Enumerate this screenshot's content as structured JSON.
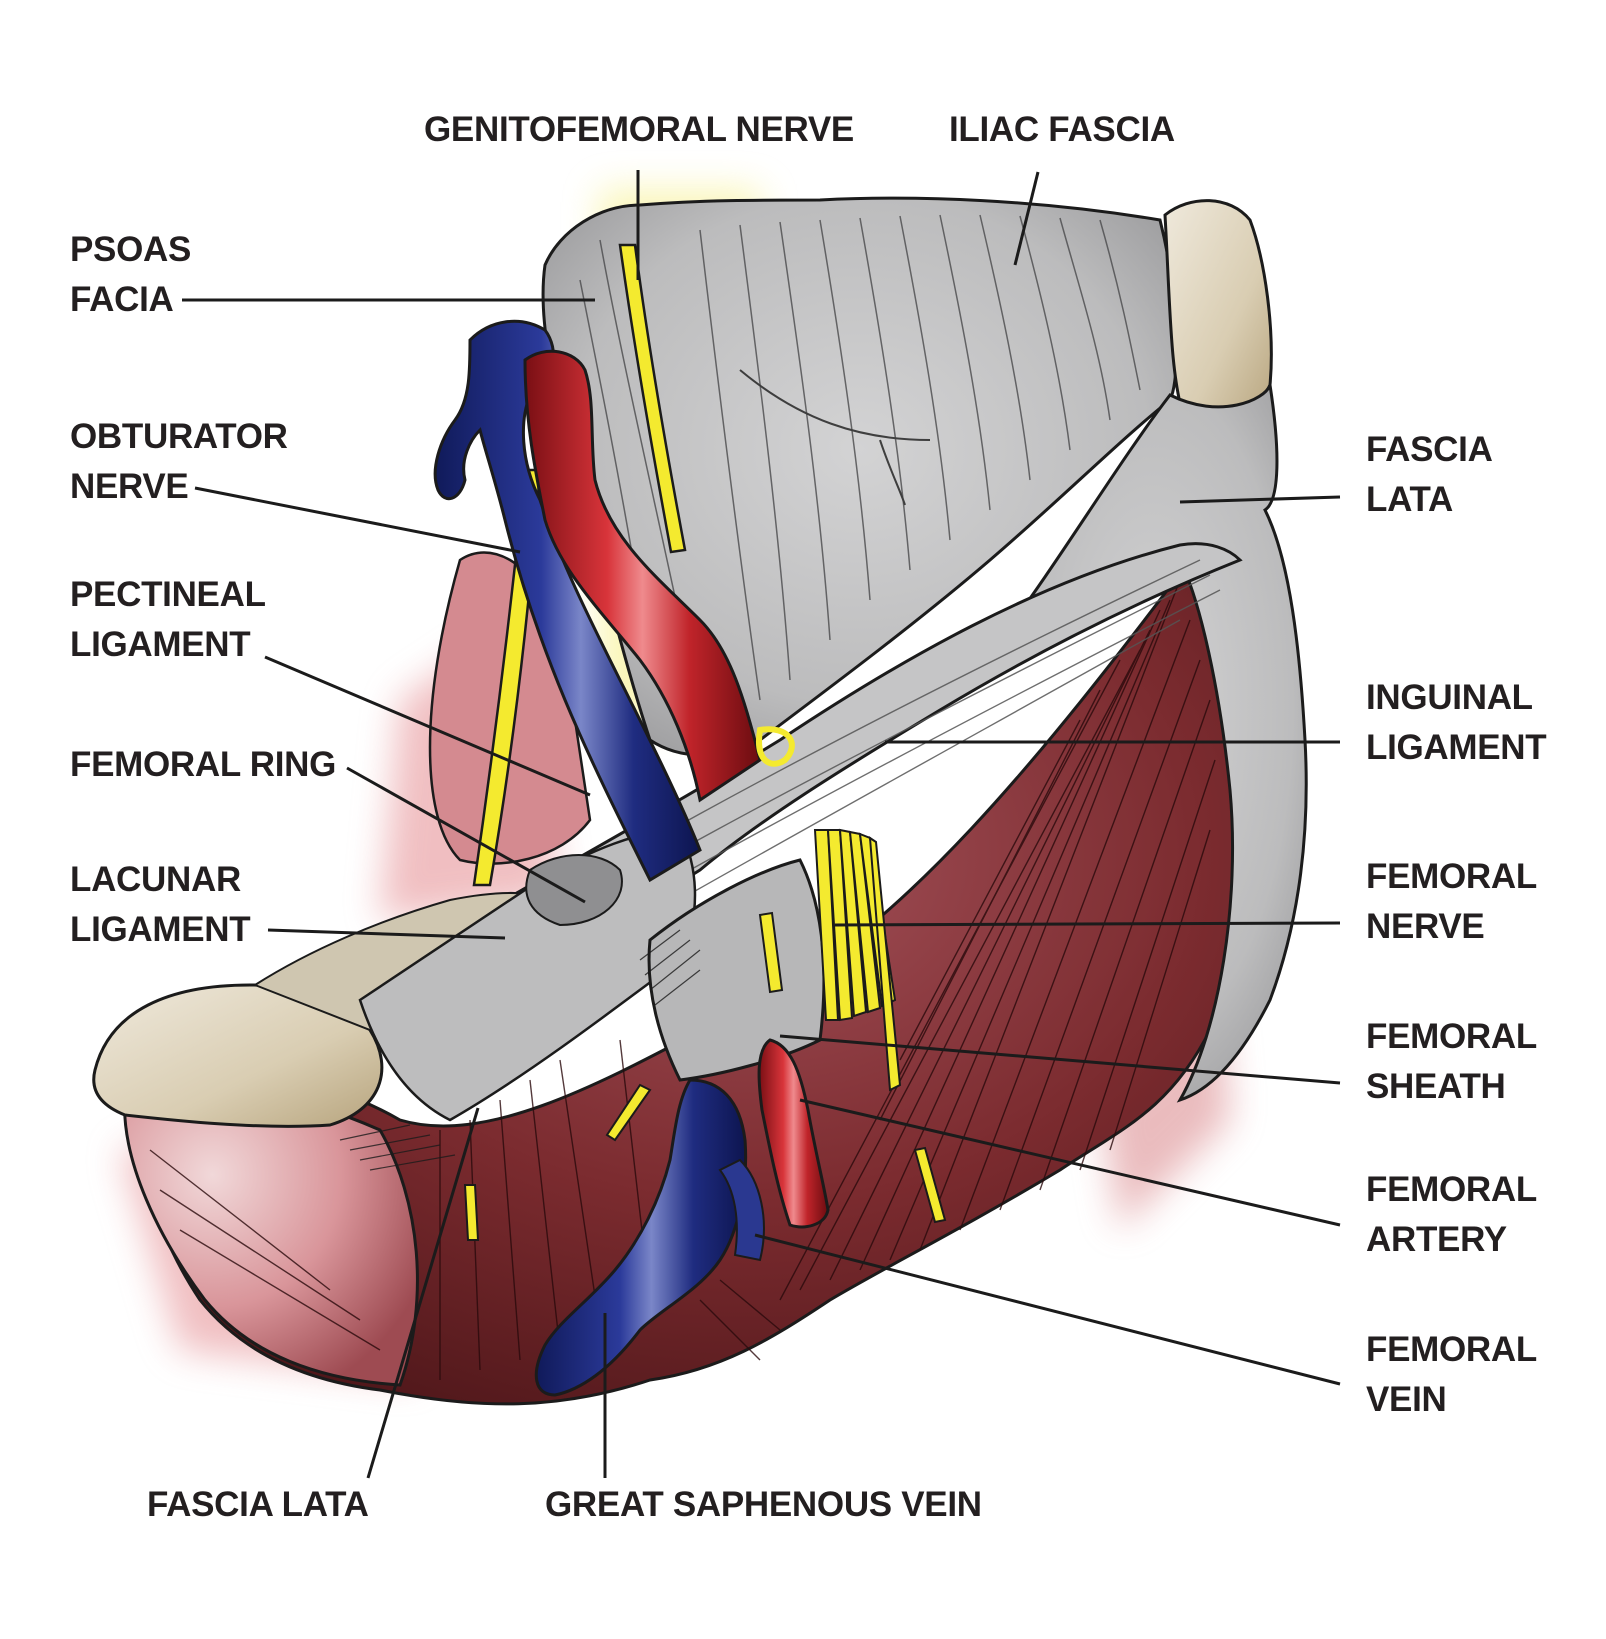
{
  "colors": {
    "fascia": "#b9b9ba",
    "bone": "#d8cdb4",
    "muscle": "#7b2a2c",
    "muscle_pink": "#c9767c",
    "artery": "#c0242a",
    "vein": "#1f2c80",
    "nerve": "#f4ea2f",
    "outline": "#1b1b1b"
  },
  "labels": {
    "genitofemoral_nerve": "GENITOFEMORAL NERVE",
    "iliac_fascia": "ILIAC FASCIA",
    "psoas_facia": [
      "PSOAS",
      "FACIA"
    ],
    "obturator_nerve": [
      "OBTURATOR",
      "NERVE"
    ],
    "pectineal_ligament": [
      "PECTINEAL",
      "LIGAMENT"
    ],
    "femoral_ring": "FEMORAL RING",
    "lacunar_ligament": [
      "LACUNAR",
      "LIGAMENT"
    ],
    "fascia_lata_right": [
      "FASCIA",
      "LATA"
    ],
    "inguinal_ligament": [
      "INGUINAL",
      "LIGAMENT"
    ],
    "femoral_nerve": [
      "FEMORAL",
      "NERVE"
    ],
    "femoral_sheath": [
      "FEMORAL",
      "SHEATH"
    ],
    "femoral_artery": [
      "FEMORAL",
      "ARTERY"
    ],
    "femoral_vein": [
      "FEMORAL",
      "VEIN"
    ],
    "fascia_lata_bottom": "FASCIA LATA",
    "great_saphenous_vein": "GREAT SAPHENOUS VEIN"
  }
}
